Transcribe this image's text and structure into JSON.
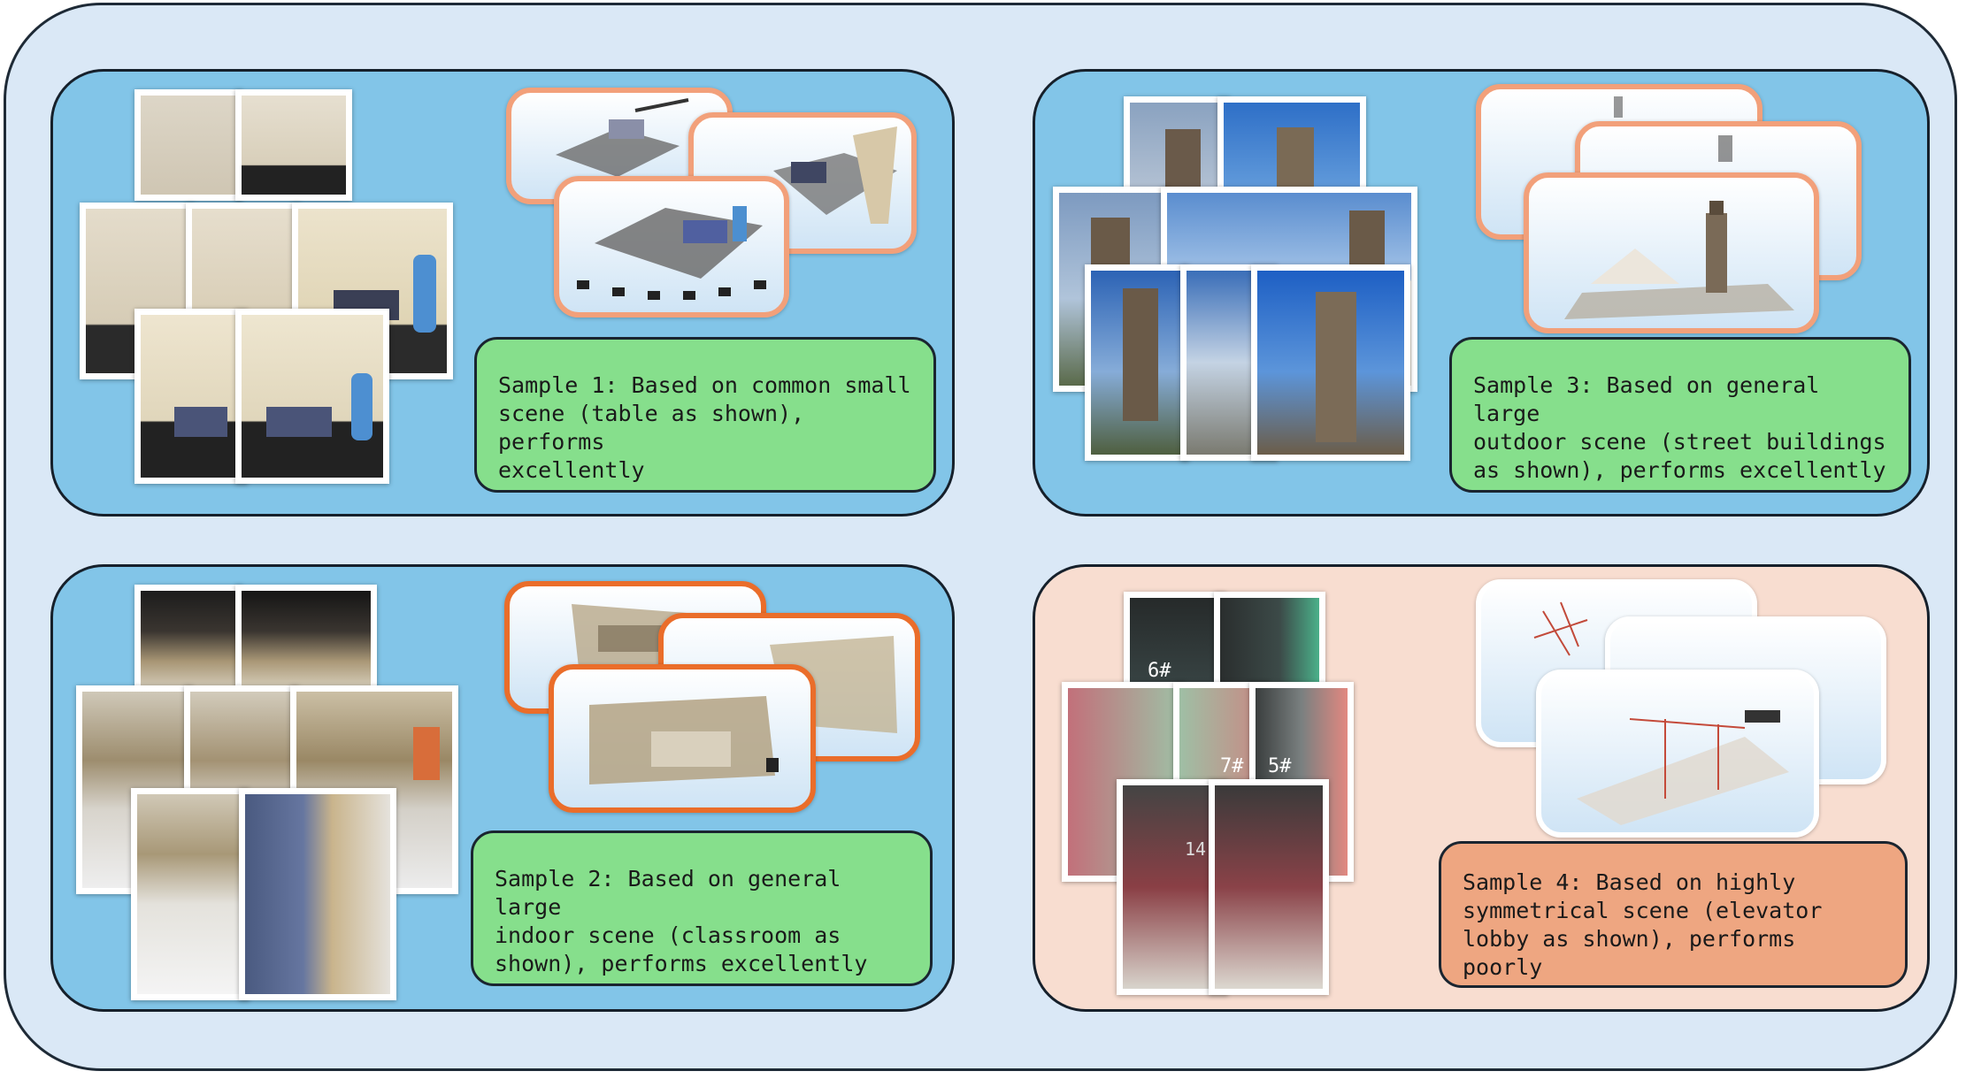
{
  "samples": [
    {
      "id": 1,
      "caption": "Sample 1: Based on common small\nscene (table as shown), performs\nexcellently",
      "result": "good"
    },
    {
      "id": 2,
      "caption": "Sample 2: Based on general large\nindoor scene (classroom as\nshown), performs excellently",
      "result": "good"
    },
    {
      "id": 3,
      "caption": "Sample 3: Based on general large\noutdoor scene (street buildings\nas shown), performs excellently",
      "result": "good"
    },
    {
      "id": 4,
      "caption": "Sample 4: Based on highly\nsymmetrical scene (elevator\nlobby as shown), performs poorly",
      "result": "poor"
    }
  ],
  "elevator_signs": [
    "6#",
    "7#",
    "5#",
    "14"
  ],
  "colors": {
    "outer_background": "#dae8f6",
    "panel_good": "#82c5e8",
    "panel_poor": "#f8ddd0",
    "caption_good": "#86df8c",
    "caption_poor": "#eea681",
    "recon_border": "#f2a07a",
    "recon_border_dark": "#ea6d2a"
  }
}
